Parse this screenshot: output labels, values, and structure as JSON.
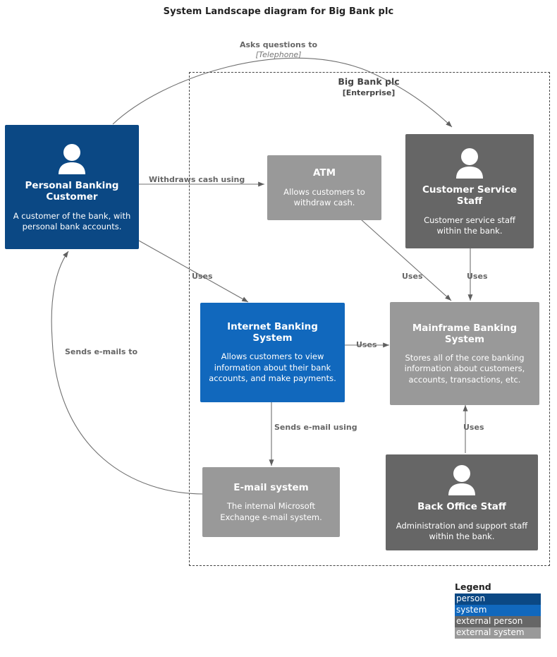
{
  "diagram": {
    "title": "System Landscape diagram for Big Bank plc",
    "type": "c4-system-landscape",
    "colors": {
      "person": "#0b4884",
      "system": "#1168bd",
      "external_person": "#666666",
      "external_system": "#999999",
      "edge": "#707070",
      "boundary": "#444444",
      "label_text": "#666666",
      "background": "#ffffff"
    }
  },
  "boundary": {
    "name": "Big Bank plc",
    "tag": "[Enterprise]"
  },
  "nodes": [
    {
      "id": "personal-banking-customer",
      "name": "Personal Banking Customer",
      "description": "A customer of the bank, with personal bank accounts.",
      "kind": "person",
      "icon": "person-icon"
    },
    {
      "id": "atm",
      "name": "ATM",
      "description": "Allows customers to withdraw cash.",
      "kind": "external system",
      "icon": ""
    },
    {
      "id": "customer-service-staff",
      "name": "Customer Service Staff",
      "description": "Customer service staff within the bank.",
      "kind": "external person",
      "icon": "person-icon"
    },
    {
      "id": "internet-banking-system",
      "name": "Internet Banking System",
      "description": "Allows customers to view information about their bank accounts, and make payments.",
      "kind": "system",
      "icon": ""
    },
    {
      "id": "mainframe-banking-system",
      "name": "Mainframe Banking System",
      "description": "Stores all of the core banking information about customers, accounts, transactions, etc.",
      "kind": "external system",
      "icon": ""
    },
    {
      "id": "email-system",
      "name": "E-mail system",
      "description": "The internal Microsoft Exchange e-mail system.",
      "kind": "external system",
      "icon": ""
    },
    {
      "id": "back-office-staff",
      "name": "Back Office Staff",
      "description": "Administration and support staff within the bank.",
      "kind": "external person",
      "icon": "person-icon"
    }
  ],
  "relationships": [
    {
      "id": "asks-questions-to",
      "source": "personal-banking-customer",
      "target": "customer-service-staff",
      "label": "Asks questions to",
      "technology": "[Telephone]"
    },
    {
      "id": "withdraws-cash-using",
      "source": "personal-banking-customer",
      "target": "atm",
      "label": "Withdraws cash using",
      "technology": ""
    },
    {
      "id": "customer-uses-internet-banking",
      "source": "personal-banking-customer",
      "target": "internet-banking-system",
      "label": "Uses",
      "technology": ""
    },
    {
      "id": "atm-uses-mainframe",
      "source": "atm",
      "target": "mainframe-banking-system",
      "label": "Uses",
      "technology": ""
    },
    {
      "id": "staff-uses-mainframe",
      "source": "customer-service-staff",
      "target": "mainframe-banking-system",
      "label": "Uses",
      "technology": ""
    },
    {
      "id": "internet-banking-uses-mainframe",
      "source": "internet-banking-system",
      "target": "mainframe-banking-system",
      "label": "Uses",
      "technology": ""
    },
    {
      "id": "sends-email-using",
      "source": "internet-banking-system",
      "target": "email-system",
      "label": "Sends e-mail using",
      "technology": ""
    },
    {
      "id": "sends-emails-to",
      "source": "email-system",
      "target": "personal-banking-customer",
      "label": "Sends e-mails to",
      "technology": ""
    },
    {
      "id": "back-office-uses-mainframe",
      "source": "back-office-staff",
      "target": "mainframe-banking-system",
      "label": "Uses",
      "technology": ""
    }
  ],
  "legend": {
    "title": "Legend",
    "items": [
      {
        "label": "person",
        "kind": "person"
      },
      {
        "label": "system",
        "kind": "system"
      },
      {
        "label": "external person",
        "kind": "external person"
      },
      {
        "label": "external system",
        "kind": "external system"
      }
    ]
  }
}
